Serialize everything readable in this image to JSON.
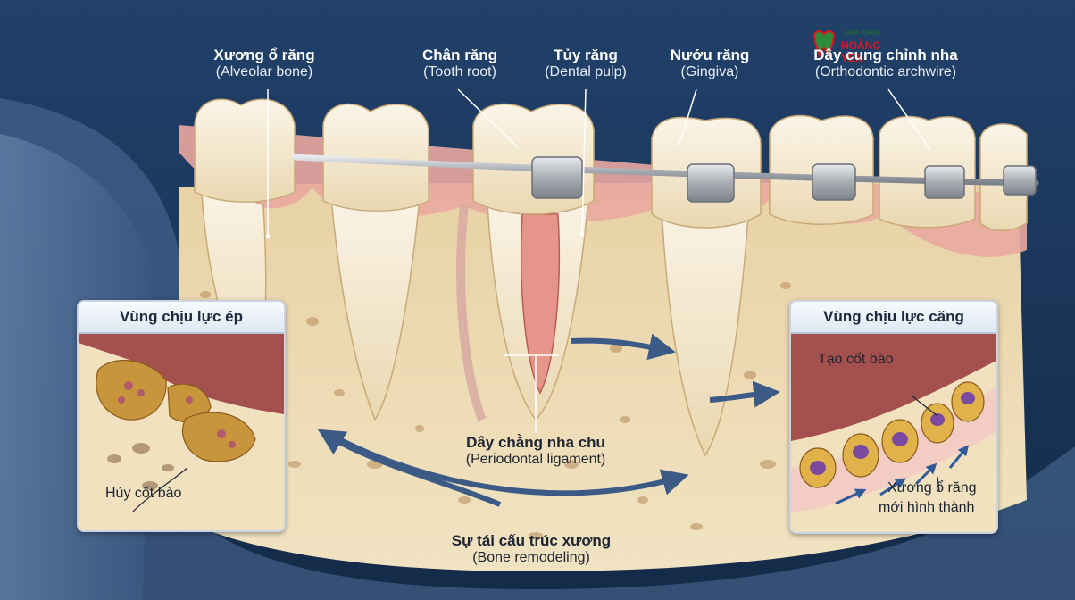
{
  "brand": {
    "line1": "NHA KHOA",
    "line2": "HOÀNG YẾN"
  },
  "labels": {
    "alveolar_bone": {
      "vi": "Xương ổ răng",
      "en": "(Alveolar bone)"
    },
    "tooth_root": {
      "vi": "Chân răng",
      "en": "(Tooth root)"
    },
    "dental_pulp": {
      "vi": "Tủy răng",
      "en": "(Dental pulp)"
    },
    "gingiva": {
      "vi": "Nướu răng",
      "en": "(Gingiva)"
    },
    "archwire": {
      "vi": "Dây cung chỉnh nha",
      "en": "(Orthodontic archwire)"
    },
    "ligament": {
      "vi": "Dây chằng nha chu",
      "en": "(Periodontal ligament)"
    },
    "remodeling": {
      "vi": "Sự tái cấu trúc xương",
      "en": "(Bone remodeling)"
    }
  },
  "insets": {
    "compression": {
      "title": "Vùng chịu lực ép",
      "caption": "Hủy cốt bào"
    },
    "tension": {
      "title": "Vùng chịu lực căng",
      "caption_top": "Tạo cốt bào",
      "caption_bottom_1": "Xương ổ răng",
      "caption_bottom_2": "mới hình thành"
    }
  },
  "colors": {
    "background": "#1c3558",
    "bone": "#efdcb4",
    "tooth": "#f4ead2",
    "gum": "#e9a8a0",
    "pulp": "#e6958b",
    "steel": "#b9bdc3"
  }
}
